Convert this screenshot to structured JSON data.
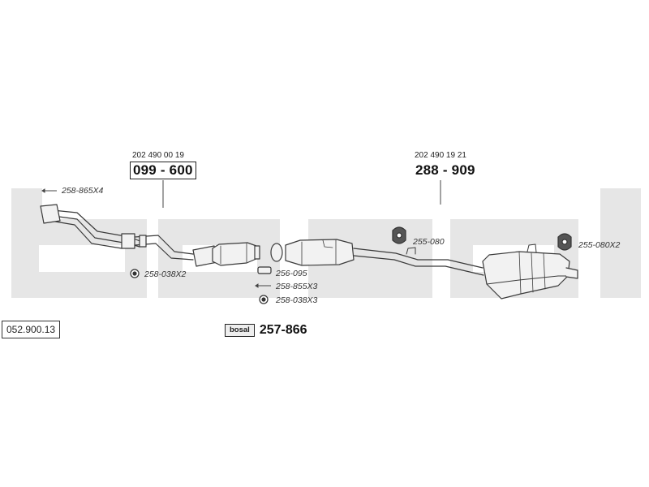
{
  "catalog_number": "052.900.13",
  "watermark_logo": "bosal",
  "kit": {
    "logo": "bosal",
    "number": "257-866"
  },
  "front_pipe": {
    "oem": "202 490 00 19",
    "part": "099 - 600"
  },
  "rear_section": {
    "oem": "202 490 19 21",
    "part": "288 - 909"
  },
  "accessories": {
    "bolts_front": "258-865X4",
    "nuts_front": "258-038X2",
    "gasket": "256-095",
    "bolts_mid": "258-855X3",
    "nuts_mid": "258-038X3",
    "mount_mid": "255-080",
    "mount_rear": "255-080X2"
  },
  "colors": {
    "watermark": "#e6e6e6",
    "line": "#3a3a3a",
    "part_fill": "#f2f2f2",
    "shade": "#bdbdbd"
  }
}
